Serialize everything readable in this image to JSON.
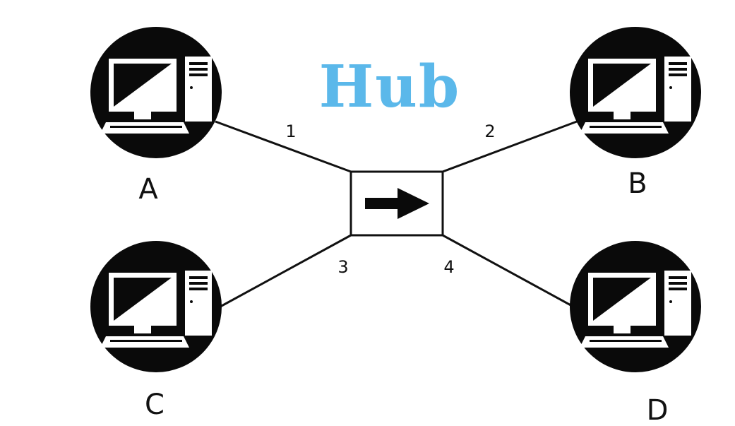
{
  "title": "Hub",
  "colors": {
    "title": "#5bb8ea",
    "node": "#0a0a0a",
    "line": "#111111",
    "background": "#ffffff"
  },
  "hub": {
    "icon": "right-arrow-icon"
  },
  "ports": [
    {
      "id": "port-1",
      "label": "1"
    },
    {
      "id": "port-2",
      "label": "2"
    },
    {
      "id": "port-3",
      "label": "3"
    },
    {
      "id": "port-4",
      "label": "4"
    }
  ],
  "nodes": [
    {
      "id": "A",
      "label": "A",
      "icon": "computer-icon",
      "port": "1"
    },
    {
      "id": "B",
      "label": "B",
      "icon": "computer-icon",
      "port": "2"
    },
    {
      "id": "C",
      "label": "C",
      "icon": "computer-icon",
      "port": "3"
    },
    {
      "id": "D",
      "label": "D",
      "icon": "computer-icon",
      "port": "4"
    }
  ]
}
